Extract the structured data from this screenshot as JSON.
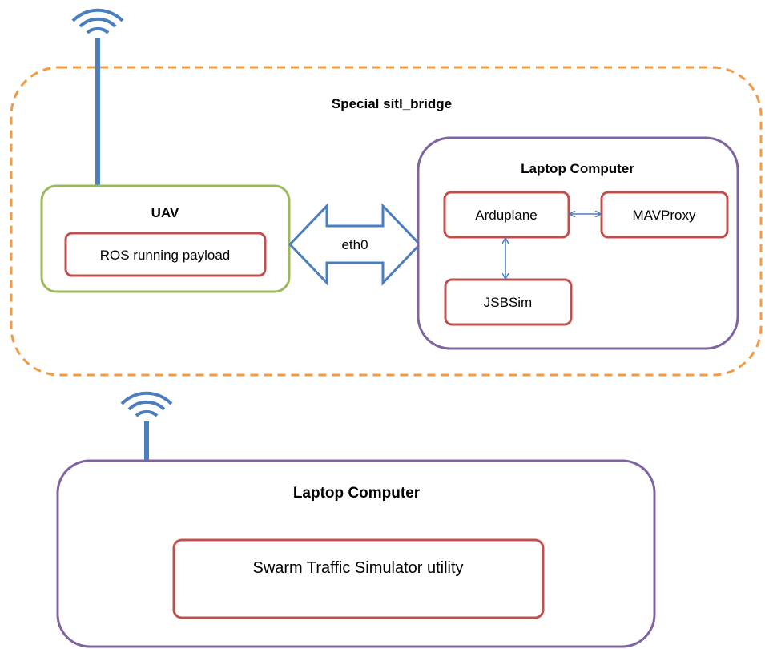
{
  "colors": {
    "sitl_border": "#f39a45",
    "uav_border": "#9bbb59",
    "laptop_border": "#8064a2",
    "component_border": "#c0504d",
    "link_blue": "#4a7ebf",
    "antenna_blue": "#4a7ebf"
  },
  "sitl_group": {
    "label": "Special sitl_bridge"
  },
  "uav": {
    "title": "UAV",
    "payload_label": "ROS running payload",
    "antenna_icon": "wifi-antenna-icon"
  },
  "link": {
    "label": "eth0"
  },
  "laptop_sim": {
    "title": "Laptop Computer",
    "components": {
      "arduplane": "Arduplane",
      "mavproxy": "MAVProxy",
      "jsbsim": "JSBSim"
    }
  },
  "laptop_swarm": {
    "title": "Laptop Computer",
    "utility_label": "Swarm Traffic Simulator utility",
    "antenna_icon": "wifi-antenna-icon"
  }
}
